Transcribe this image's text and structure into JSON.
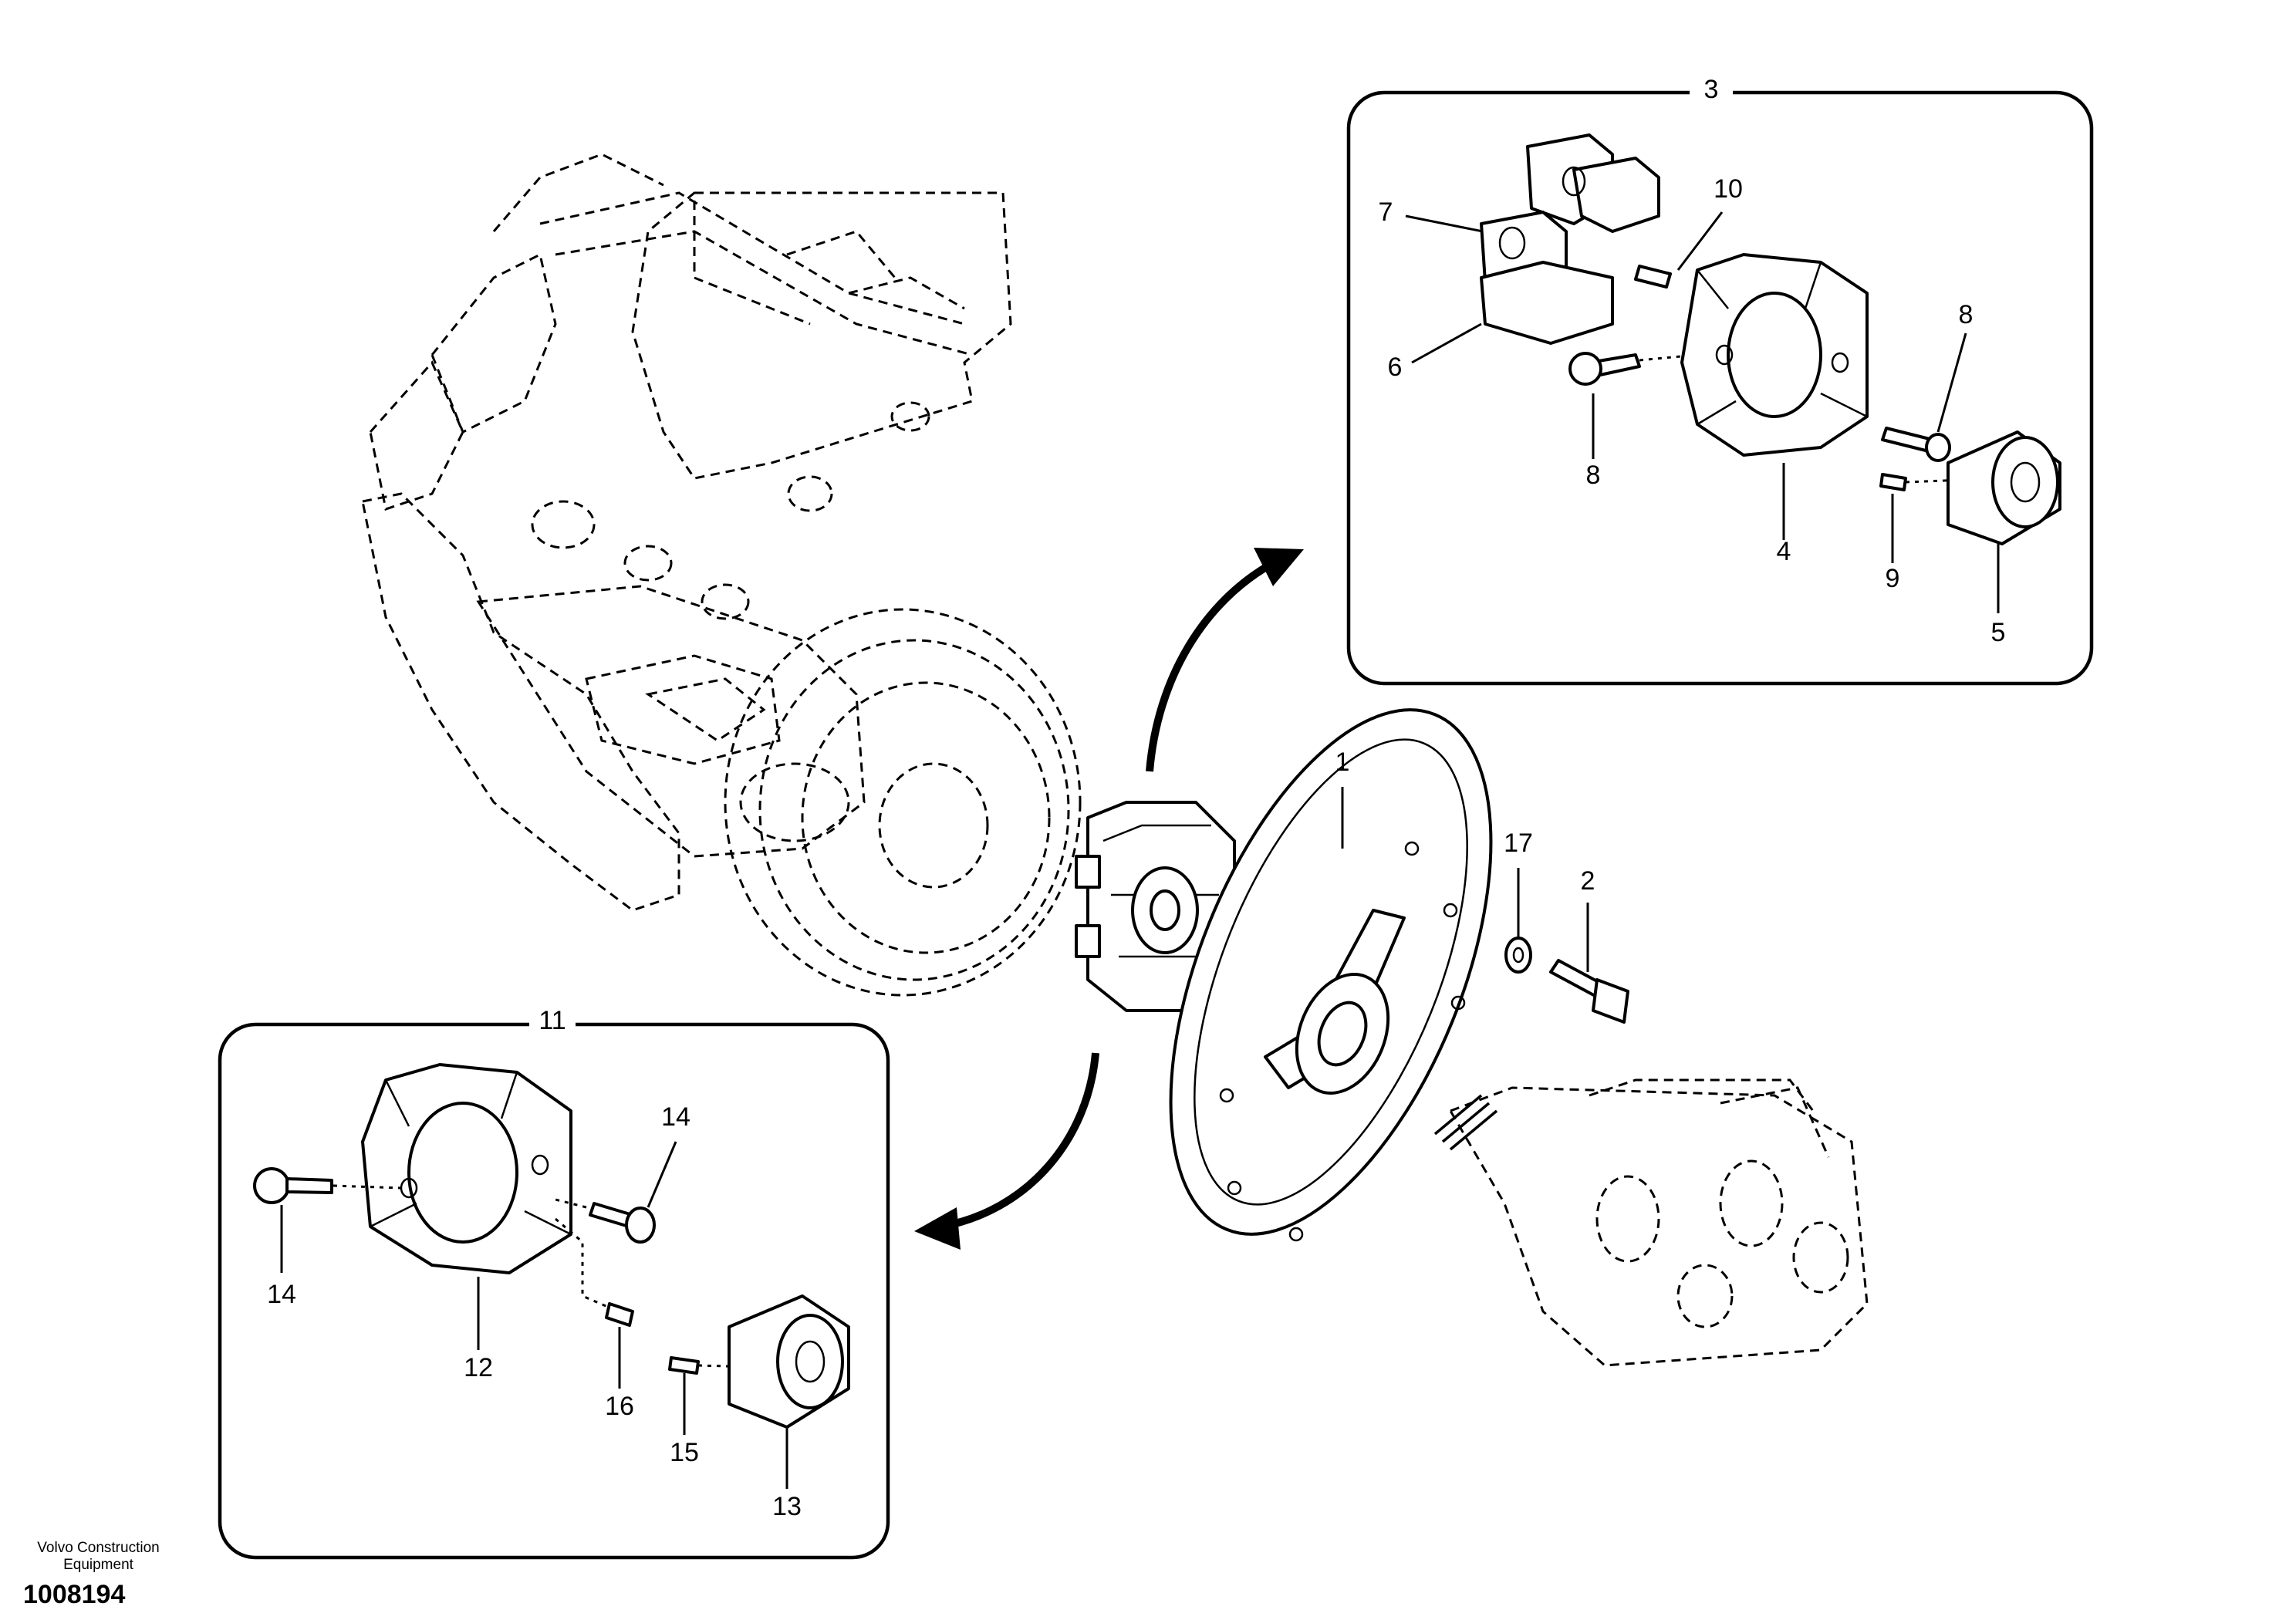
{
  "diagram": {
    "callouts": {
      "p1": "1",
      "p2": "2",
      "p3": "3",
      "p4": "4",
      "p5": "5",
      "p6": "6",
      "p7": "7",
      "p8a": "8",
      "p8b": "8",
      "p9": "9",
      "p10": "10",
      "p11": "11",
      "p12": "12",
      "p13": "13",
      "p14a": "14",
      "p14b": "14",
      "p15": "15",
      "p16": "16",
      "p17": "17"
    }
  },
  "footer": {
    "company_line1": "Volvo Construction",
    "company_line2": "Equipment",
    "document_number": "1008194"
  }
}
